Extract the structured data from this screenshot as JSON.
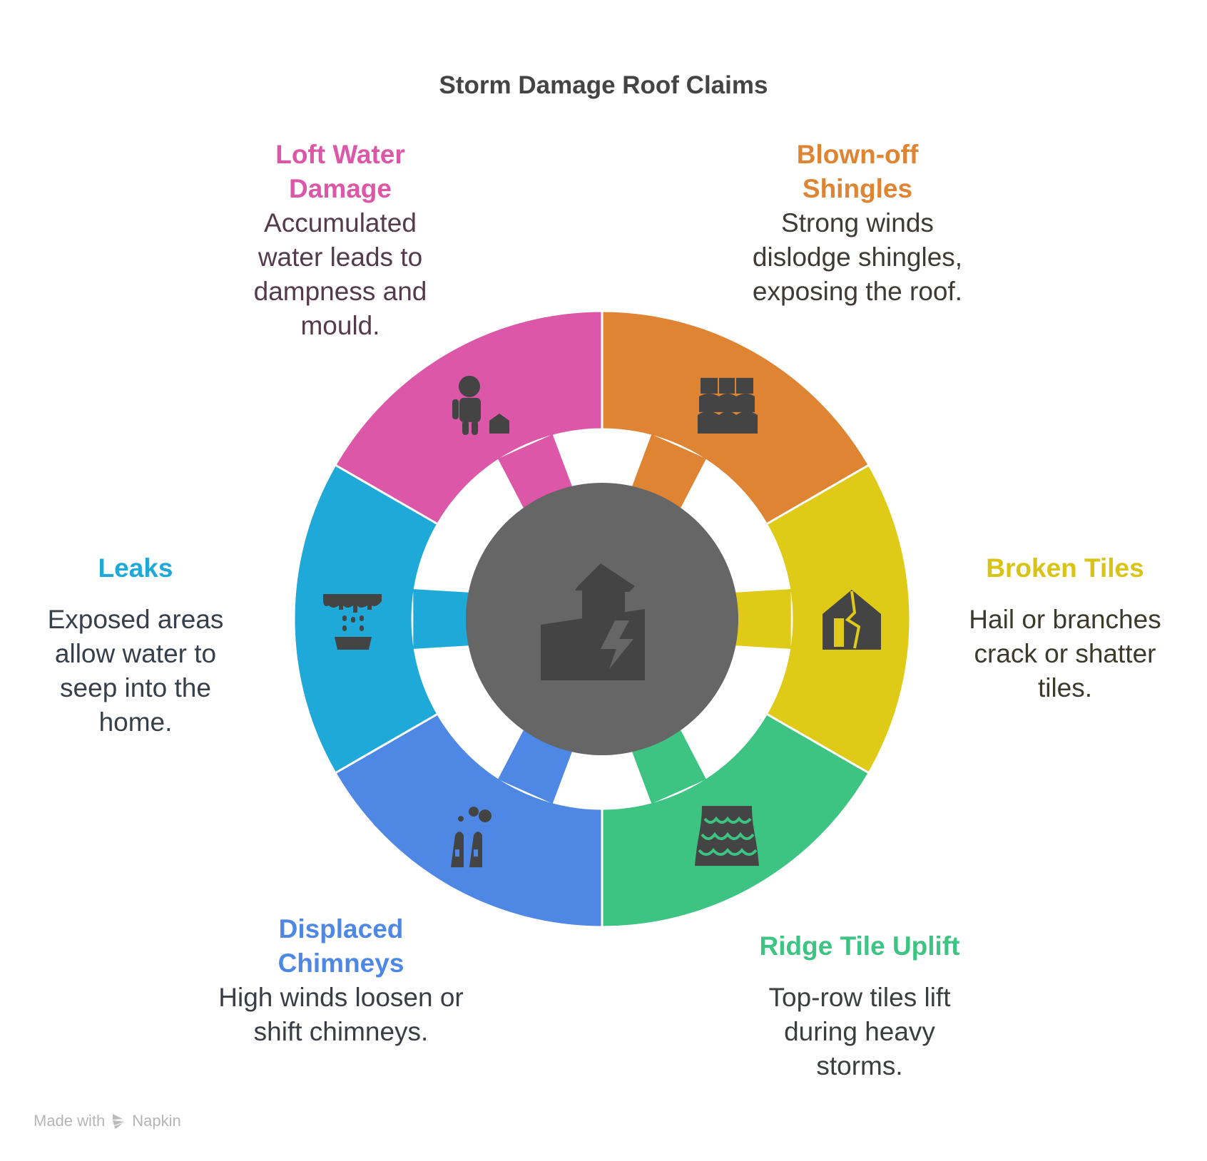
{
  "title": "Storm Damage Roof Claims",
  "center_icon": "storm-damaged-house-icon",
  "items": [
    {
      "title": "Loft Water Damage",
      "body": "Accumulated water leads to dampness and mould.",
      "color": "#DD57A8",
      "text_color": "#DD57A8",
      "body_color": "#553A4C",
      "icon": "person-house-icon"
    },
    {
      "title": "Blown-off Shingles",
      "body": "Strong winds dislodge shingles, exposing the roof.",
      "color": "#DE8432",
      "text_color": "#DE8432",
      "body_color": "#3F3A36",
      "icon": "shingles-icon"
    },
    {
      "title": "Broken Tiles",
      "body": "Hail or branches crack or shatter tiles.",
      "color": "#DFCB17",
      "text_color": "#D9C313",
      "body_color": "#3C3A2C",
      "icon": "cracked-house-icon"
    },
    {
      "title": "Ridge Tile Uplift",
      "body": "Top-row tiles lift during heavy storms.",
      "color": "#3DC483",
      "text_color": "#3DC483",
      "body_color": "#3A3F3B",
      "icon": "scale-tiles-icon"
    },
    {
      "title": "Displaced Chimneys",
      "body": "High winds loosen or shift chimneys.",
      "color": "#4E88E4",
      "text_color": "#4E88E4",
      "body_color": "#3A3D44",
      "icon": "chimney-smoke-icon"
    },
    {
      "title": "Leaks",
      "body": "Exposed areas allow water to seep into the home.",
      "color": "#1FA9D8",
      "text_color": "#1FA9D8",
      "body_color": "#37404A",
      "icon": "dripping-leak-icon"
    }
  ],
  "footer": {
    "made_with": "Made with",
    "brand": "Napkin"
  }
}
